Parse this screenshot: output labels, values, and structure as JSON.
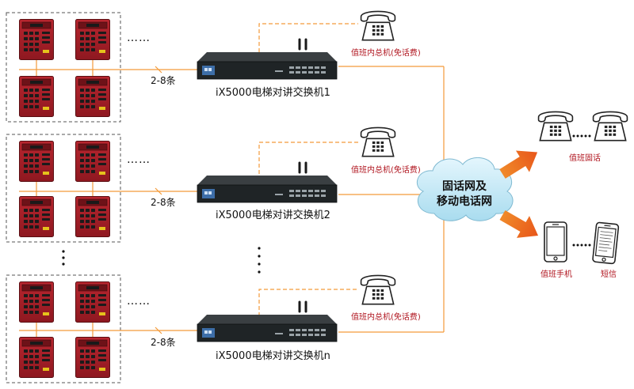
{
  "switches": [
    {
      "label": "iX5000电梯对讲交换机1",
      "line_count": "2-8条",
      "phone_label": "值班内总机(免话费)"
    },
    {
      "label": "iX5000电梯对讲交换机2",
      "line_count": "2-8条",
      "phone_label": "值班内总机(免话费)"
    },
    {
      "label": "iX5000电梯对讲交换机n",
      "line_count": "2-8条",
      "phone_label": "值班内总机(免话费)"
    }
  ],
  "network": {
    "line1": "固话网及",
    "line2": "移动电话网"
  },
  "outputs": {
    "landline_label": "值班固话",
    "mobile_label": "值班手机",
    "sms_label": "短信"
  },
  "ellipsis": "……",
  "colors": {
    "line": "#f39a3a",
    "arrow": "#ee6a1a",
    "panel": "#a8202a",
    "label_red": "#b0151f",
    "cloud": "#bfe6f5"
  }
}
